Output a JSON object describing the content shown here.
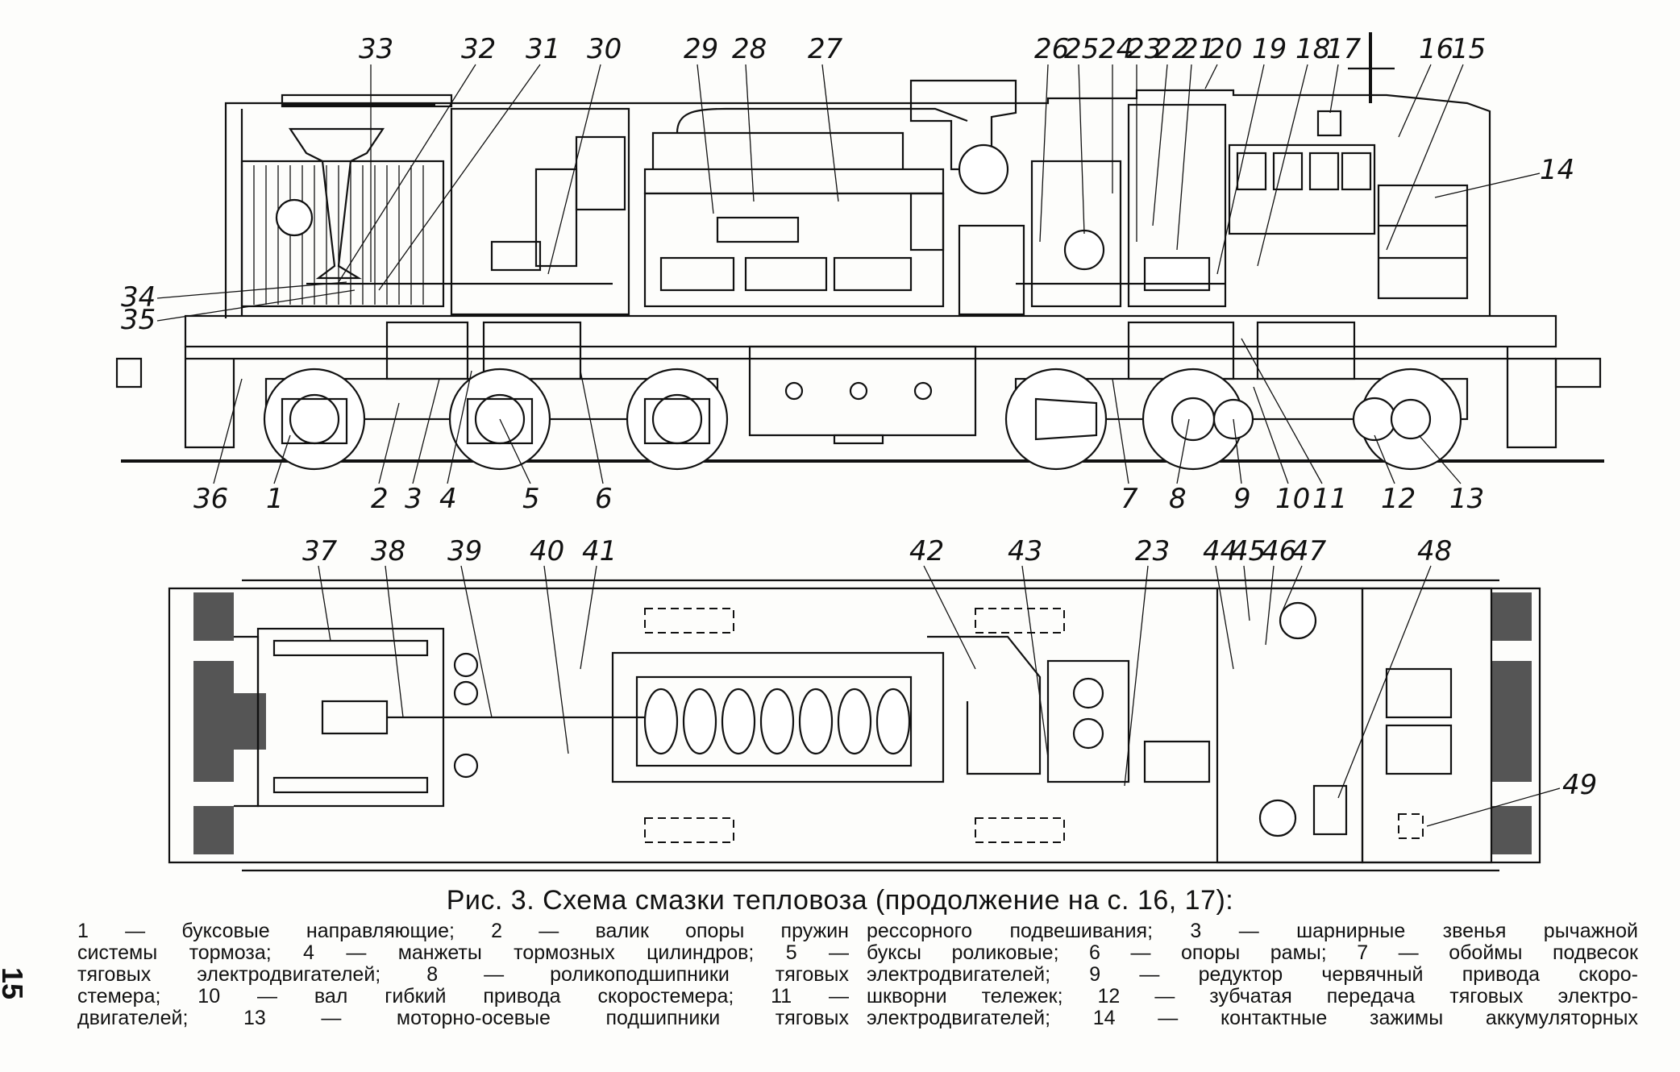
{
  "figure": {
    "caption": "Рис. 3. Схема смазки тепловоза (продолжение на с. 16, 17):",
    "page_number": "15",
    "top_view_labels": [
      "33",
      "32",
      "31",
      "30",
      "29",
      "28",
      "27",
      "26",
      "25",
      "24",
      "23",
      "22",
      "21",
      "20",
      "19",
      "18",
      "17",
      "16",
      "15",
      "14",
      "34",
      "35"
    ],
    "bottom_row_labels": [
      "36",
      "1",
      "2",
      "3",
      "4",
      "5",
      "6",
      "7",
      "8",
      "9",
      "10",
      "11",
      "12",
      "13"
    ],
    "plan_view_labels": [
      "37",
      "38",
      "39",
      "40",
      "41",
      "42",
      "43",
      "23",
      "44",
      "45",
      "46",
      "47",
      "48",
      "49"
    ]
  },
  "legend": {
    "left": [
      "1 — буксовые направляющие; 2 — валик опоры пружин",
      "системы тормоза; 4 — манжеты тормозных цилиндров; 5 —",
      "тяговых электродвигателей; 8 — роликоподшипники тяговых",
      "стемера; 10 — вал гибкий привода скоростемера; 11 —",
      "двигателей; 13 — моторно-осевые подшипники тяговых"
    ],
    "right": [
      "рессорного подвешивания; 3 — шарнирные звенья рычажной",
      "буксы роликовые; 6 — опоры рамы; 7 — обоймы подвесок",
      "электродвигателей; 9 — редуктор червячный привода скоро-",
      "шкворни тележек; 12 — зубчатая передача тяговых электро-",
      "электродвигателей; 14 — контактные зажимы аккумуляторных"
    ]
  }
}
